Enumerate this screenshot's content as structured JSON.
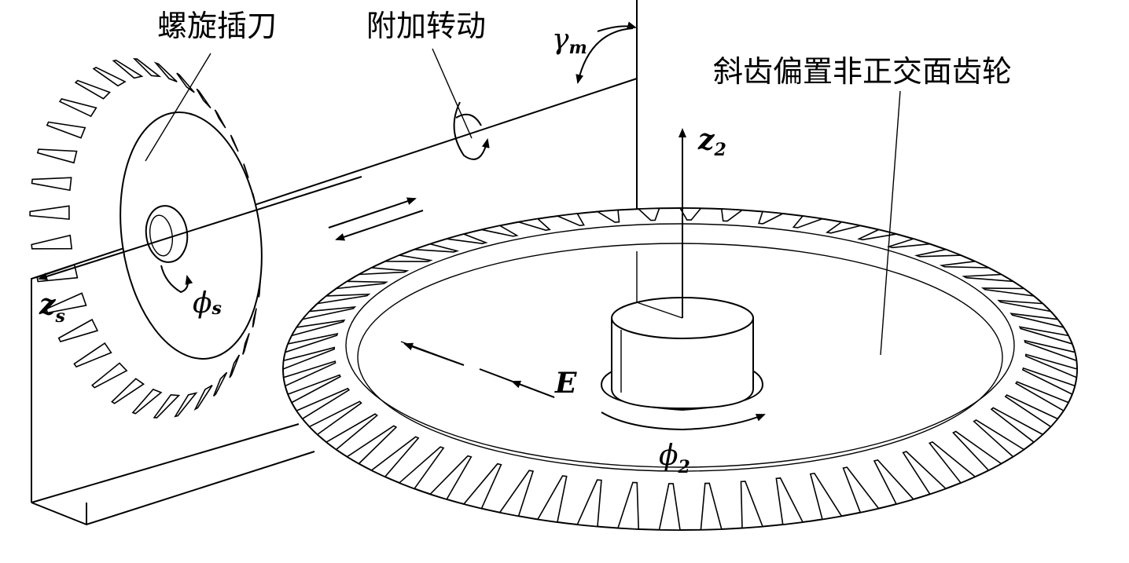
{
  "labels": {
    "cutter": "螺旋插刀",
    "extra_rotation": "附加转动",
    "gear": "斜齿偏置非正交面齿轮"
  },
  "symbols": {
    "gamma": "γ",
    "gamma_sub": "m",
    "z2": "z",
    "z2_sub": "2",
    "zs": "z",
    "zs_sub": "s",
    "phi_s": "ϕ",
    "phi_s_sub": "s",
    "phi_2": "ϕ",
    "phi_2_sub": "2",
    "offset": "E"
  },
  "gear": {
    "face_gear_teeth": 60,
    "cutter_teeth": 34
  },
  "colors": {
    "line": "#000000",
    "background": "#ffffff"
  }
}
